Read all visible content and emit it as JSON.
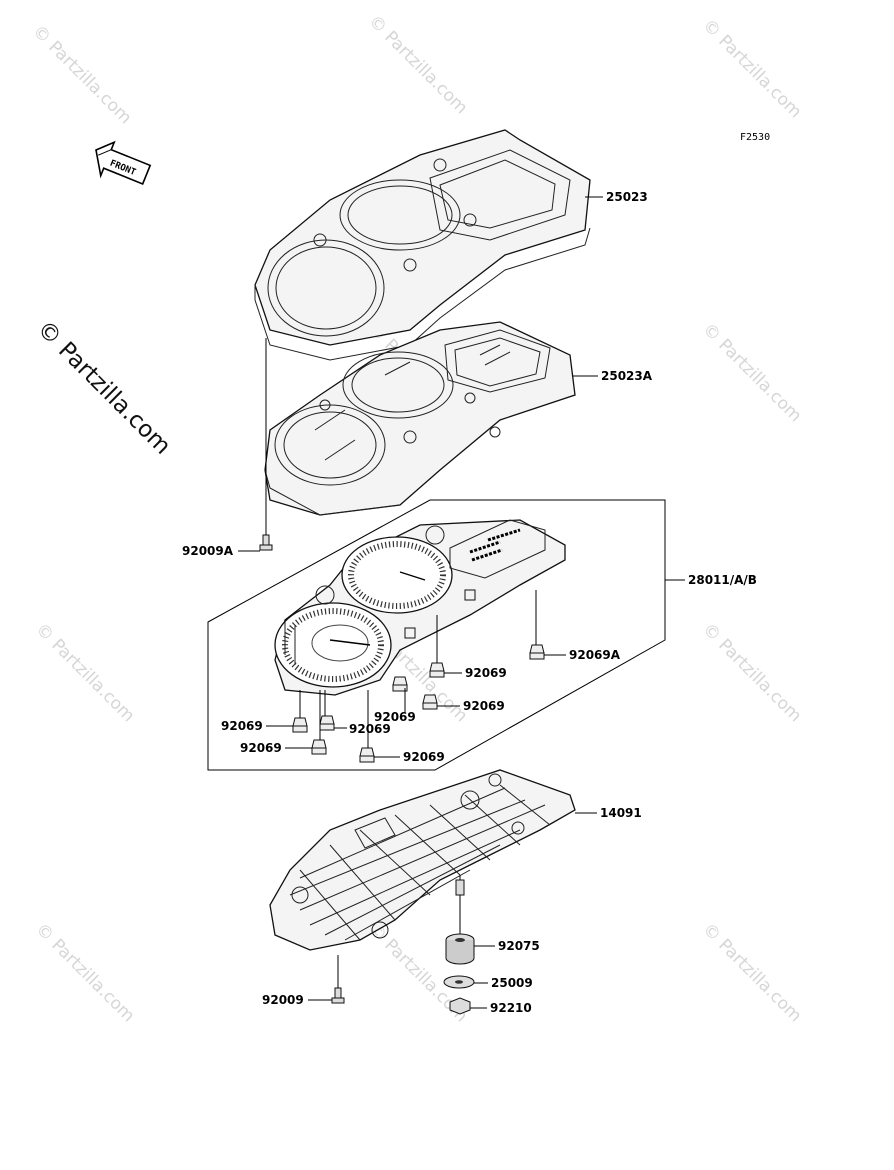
{
  "diagram_code": "F2530",
  "front_label": "FRONT",
  "watermark": "© Partzilla.com",
  "watermark_big": "© Partzilla.com",
  "callouts": [
    {
      "id": "c25023",
      "label": "25023"
    },
    {
      "id": "c25023A",
      "label": "25023A"
    },
    {
      "id": "c92009A",
      "label": "92009A"
    },
    {
      "id": "c28011",
      "label": "28011/A/B"
    },
    {
      "id": "c92069A",
      "label": "92069A"
    },
    {
      "id": "c92069_a",
      "label": "92069"
    },
    {
      "id": "c92069_b",
      "label": "92069"
    },
    {
      "id": "c92069_c",
      "label": "92069"
    },
    {
      "id": "c92069_d",
      "label": "92069"
    },
    {
      "id": "c92069_e",
      "label": "92069"
    },
    {
      "id": "c92069_f",
      "label": "92069"
    },
    {
      "id": "c92069_g",
      "label": "92069"
    },
    {
      "id": "c14091",
      "label": "14091"
    },
    {
      "id": "c92075",
      "label": "92075"
    },
    {
      "id": "c25009",
      "label": "25009"
    },
    {
      "id": "c92009",
      "label": "92009"
    },
    {
      "id": "c92210",
      "label": "92210"
    }
  ]
}
